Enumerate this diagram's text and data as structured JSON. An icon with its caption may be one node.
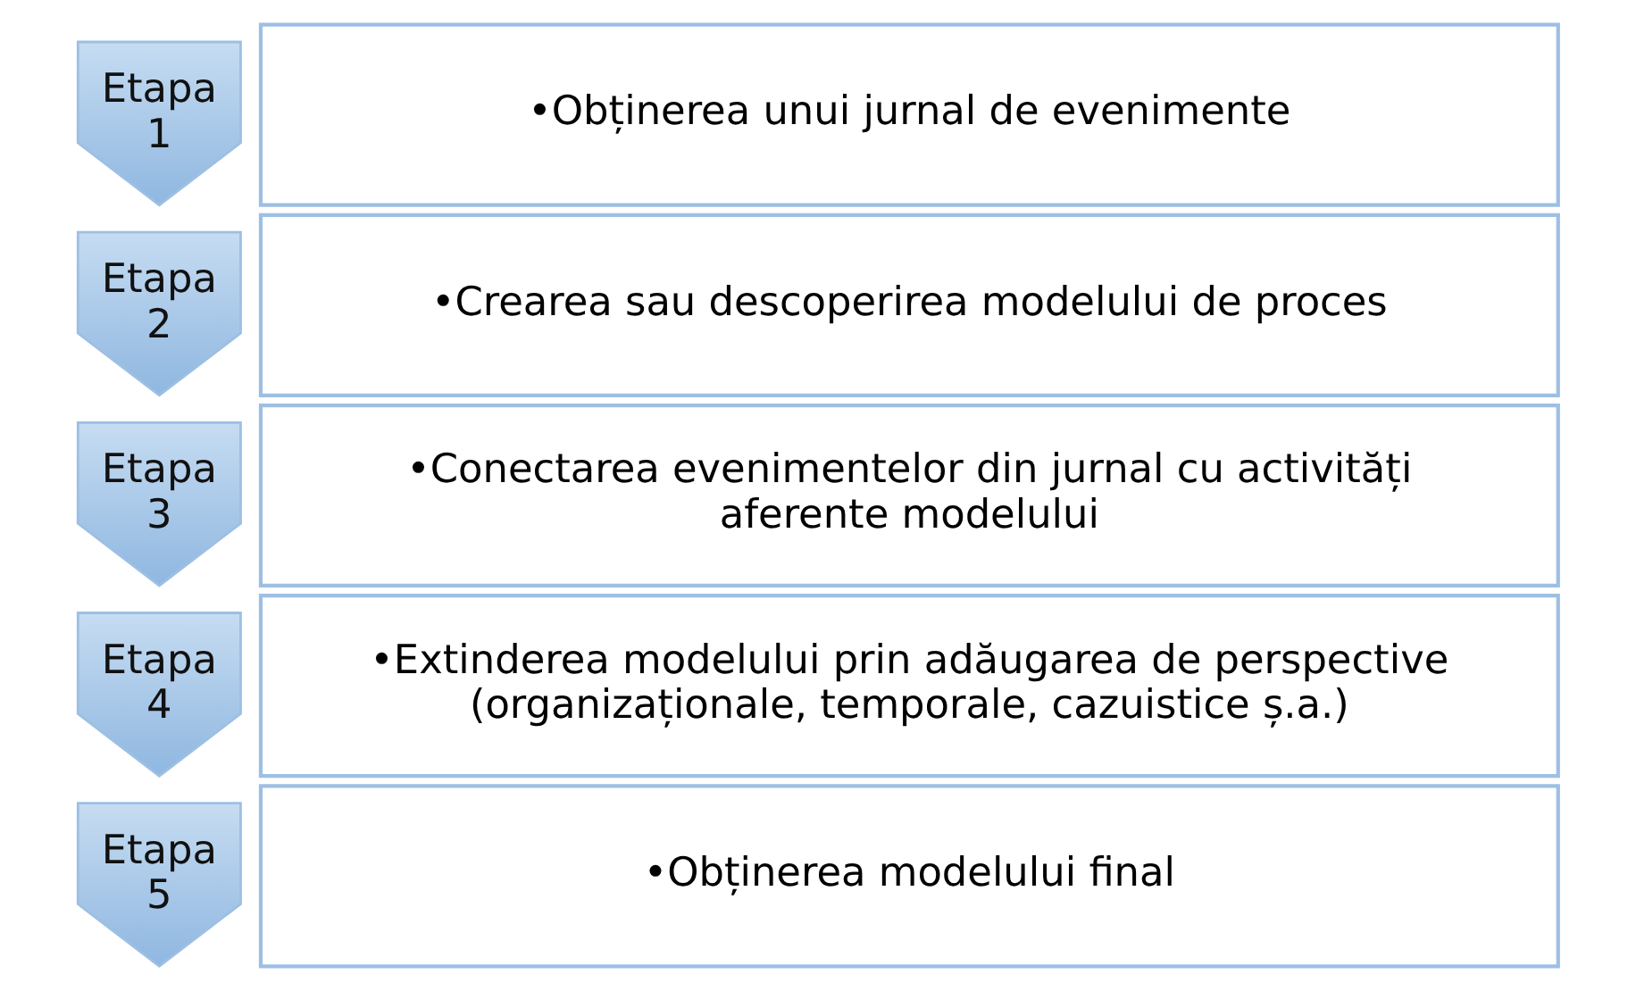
{
  "diagram": {
    "nodes": [
      {
        "text": [
          "Etapa 1"
        ]
      },
      {
        "text": [
          "•Obținerea unui jurnal de evenimente"
        ]
      },
      {
        "text": [
          "Etapa 2"
        ]
      },
      {
        "text": [
          "•Crearea sau descoperirea modelului de proces"
        ]
      },
      {
        "text": [
          "Etapa 3"
        ]
      },
      {
        "text": [
          "•Conectarea evenimentelor din jurnal cu activități aferente modelului"
        ]
      },
      {
        "text": [
          "Etapa 4"
        ]
      },
      {
        "text": [
          "•Extinderea modelului prin adăugarea de perspective (organizaționale, temporale, cazuistice ș.a.)"
        ]
      },
      {
        "text": [
          "Etapa 5"
        ]
      },
      {
        "text": [
          "•Obținerea modelului final"
        ]
      }
    ]
  }
}
